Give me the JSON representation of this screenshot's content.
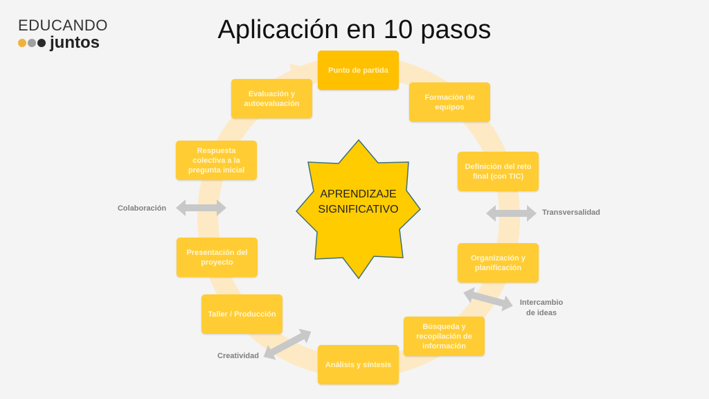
{
  "title": "Aplicación en 10 pasos",
  "logo": {
    "top": "EDUCANDO",
    "bottom": "juntos",
    "dot_colors": [
      "#f2b23a",
      "#a0a0a0",
      "#2b2b2b"
    ]
  },
  "center": {
    "line1": "APRENDIZAJE",
    "line2": "SIGNIFICATIVO"
  },
  "steps": [
    {
      "label": "Punto de partida"
    },
    {
      "label": "Formación de equipos"
    },
    {
      "label": "Definición del reto final (con TIC)"
    },
    {
      "label": "Organización y planificación"
    },
    {
      "label": "Búsqueda y recopilación de información"
    },
    {
      "label": "Análisis y síntesis"
    },
    {
      "label": "Taller / Producción"
    },
    {
      "label": "Presentación del proyecto"
    },
    {
      "label": "Respuesta colectiva a la pregunta inicial"
    },
    {
      "label": "Evaluación y autoevaluación"
    }
  ],
  "side_labels": {
    "colaboracion": "Colaboración",
    "transversalidad": "Transversalidad",
    "intercambio_line1": "Intercambio",
    "intercambio_line2": "de ideas",
    "creatividad": "Creatividad"
  },
  "colors": {
    "box": "#ffc000",
    "ring": "#fde9c4",
    "star_fill": "#ffcc00",
    "star_stroke": "#3f6f7a",
    "arrow": "#c8c8c8"
  }
}
